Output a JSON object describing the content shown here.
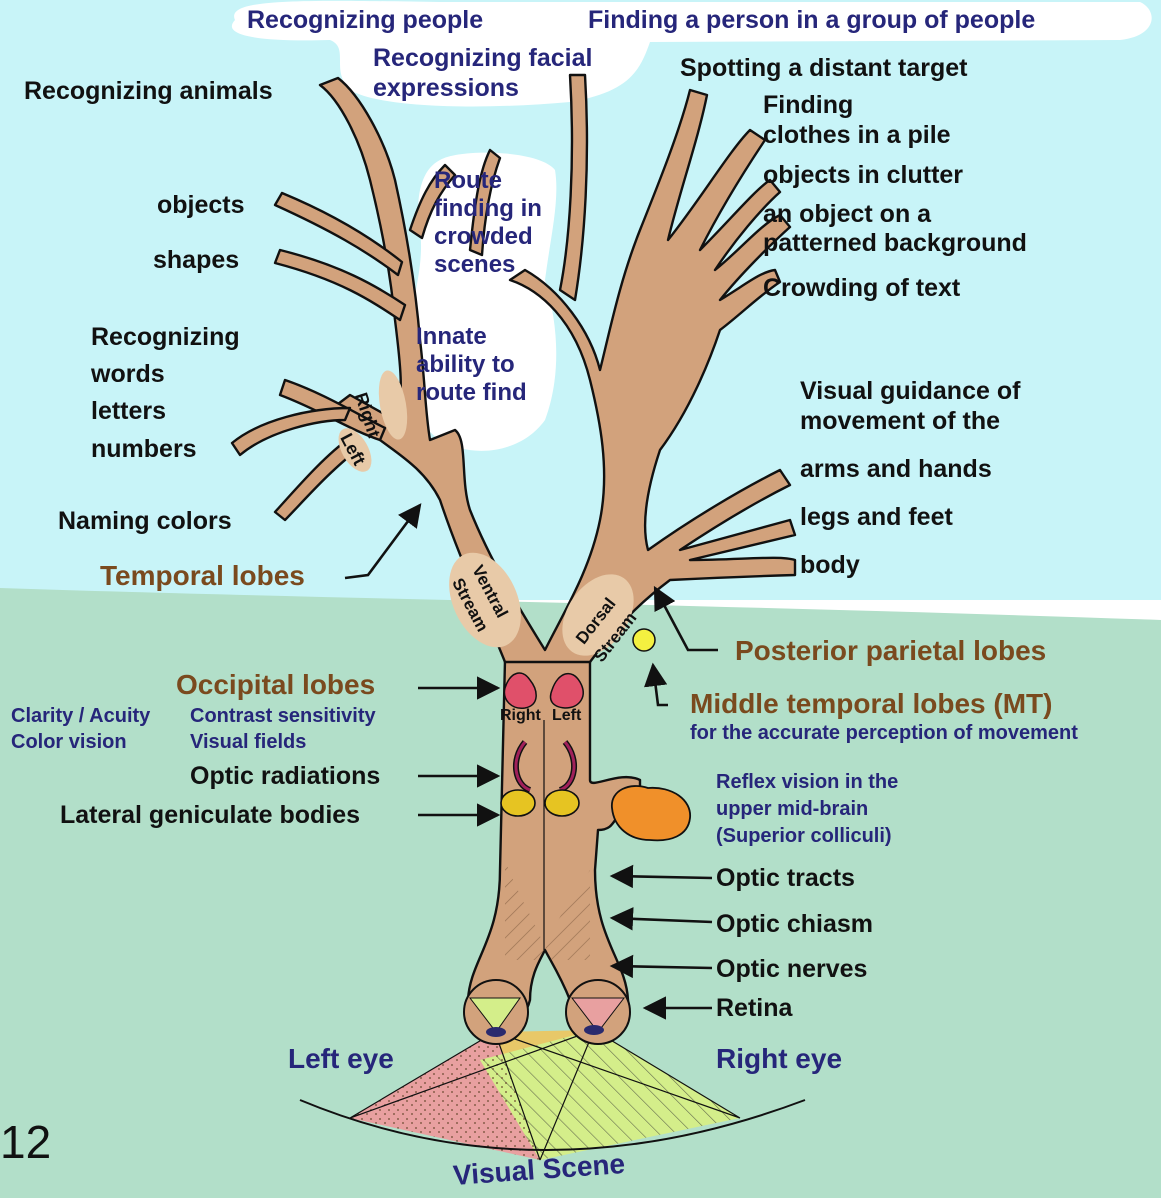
{
  "colors": {
    "sky": "#c8f4f8",
    "ground": "#b2dfc9",
    "cloud": "#ffffff",
    "trunk": "#d2a27c",
    "outline": "#111111",
    "blue_text": "#26267a",
    "brown_text": "#7a4a1e",
    "black_text": "#111111",
    "occipital": "#e0506a",
    "lgn": "#e6c422",
    "colliculi": "#f0902a",
    "mt_dot": "#f4f040",
    "scene_pink": "#e8a0a0",
    "scene_yellow": "#e8c868",
    "scene_green": "#d4ee8a"
  },
  "page_number": "12",
  "ventral": {
    "recognizing_people": "Recognizing people",
    "recognizing_facial_1": "Recognizing facial",
    "recognizing_facial_2": "expressions",
    "recognizing_animals": "Recognizing animals",
    "objects": "objects",
    "shapes": "shapes",
    "recognizing": "Recognizing",
    "words": "words",
    "letters": "letters",
    "numbers": "numbers",
    "naming_colors": "Naming colors",
    "route_1": "Route",
    "route_2": "finding in",
    "route_3": "crowded",
    "route_4": "scenes",
    "innate_1": "Innate",
    "innate_2": "ability to",
    "innate_3": "route find",
    "right": "Right",
    "left": "Left",
    "stream_1": "Ventral",
    "stream_2": "Stream"
  },
  "dorsal": {
    "finding_person": "Finding a person in a group of people",
    "spotting": "Spotting a distant target",
    "finding": "Finding",
    "clothes": "clothes in a pile",
    "objects_clutter": "objects in clutter",
    "object_pattern_1": "an object on a",
    "object_pattern_2": "patterned background",
    "crowding": "Crowding of text",
    "visual_guidance_1": "Visual guidance of",
    "visual_guidance_2": "movement of the",
    "arms": "arms and hands",
    "legs": "legs and feet",
    "body": "body",
    "stream_1": "Dorsal",
    "stream_2": "Stream"
  },
  "lobes": {
    "temporal": "Temporal lobes",
    "posterior_parietal": "Posterior parietal lobes",
    "occipital": "Occipital lobes",
    "mt": "Middle temporal lobes (MT)",
    "mt_note": "for the accurate perception of movement",
    "occ_right": "Right",
    "occ_left": "Left"
  },
  "functions": {
    "clarity": "Clarity / Acuity",
    "color_vision": "Color vision",
    "contrast": "Contrast sensitivity",
    "visual_fields": "Visual fields"
  },
  "pathway": {
    "optic_radiations": "Optic radiations",
    "lgb": "Lateral geniculate bodies",
    "reflex_1": "Reflex vision in the",
    "reflex_2": "upper mid-brain",
    "reflex_3": "(Superior colliculi)",
    "optic_tracts": "Optic tracts",
    "optic_chiasm": "Optic chiasm",
    "optic_nerves": "Optic nerves",
    "retina": "Retina"
  },
  "eyes": {
    "left": "Left eye",
    "right": "Right eye",
    "scene": "Visual Scene"
  }
}
